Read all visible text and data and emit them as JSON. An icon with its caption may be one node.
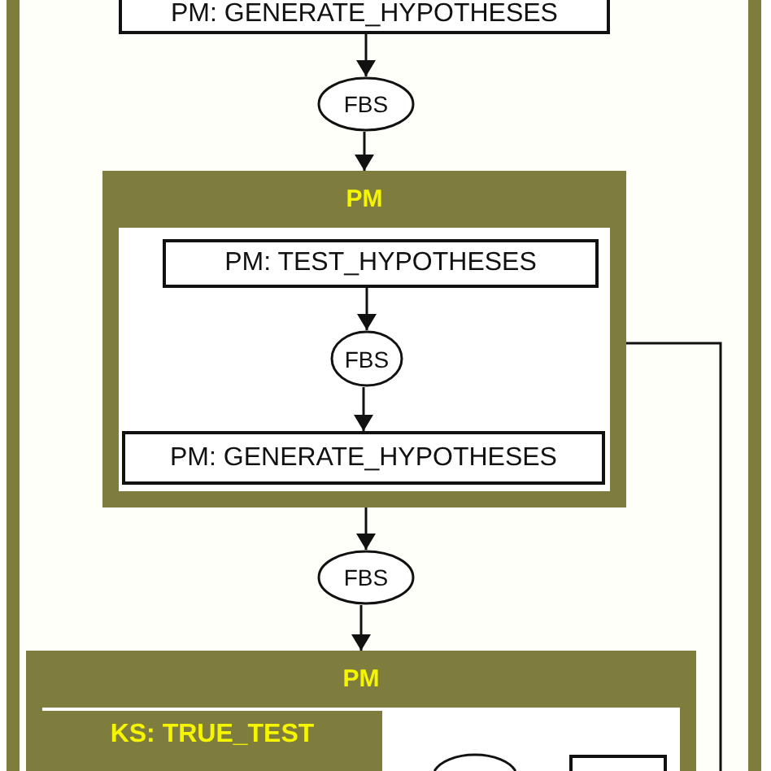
{
  "diagram": {
    "nodes": [
      {
        "text": [],
        "shape": "box"
      },
      {
        "text": [
          "PM: GENERATE_HYPOTHESES"
        ],
        "in": 0
      },
      {
        "text": [
          "FBS"
        ],
        "in": 0
      },
      {
        "text": [
          "PM"
        ],
        "in": 0
      },
      {
        "text": [
          "PM: TEST_HYPOTHESES"
        ],
        "in": 3
      },
      {
        "text": [
          "FBS"
        ],
        "in": 3
      },
      {
        "text": [
          "PM: GENERATE_HYPOTHESES"
        ],
        "in": 3
      },
      {
        "text": [
          "FBS"
        ],
        "in": 0
      },
      {
        "text": [
          "PM"
        ],
        "in": 0
      },
      {
        "text": [
          "KS: TRUE_TEST"
        ],
        "in": 8
      },
      {
        "text": [],
        "shape": "ellipse",
        "in": 8
      },
      {
        "text": [],
        "shape": "box",
        "in": 8
      }
    ],
    "edges": [
      {
        "from": 1,
        "to": 2,
        "arrow": "to"
      },
      {
        "from": 2,
        "to": 3,
        "arrow": "to"
      },
      {
        "from": 4,
        "to": 5,
        "arrow": "to"
      },
      {
        "from": 5,
        "to": 6,
        "arrow": "to"
      },
      {
        "from": 3,
        "to": 7,
        "arrow": "to"
      },
      {
        "from": 7,
        "to": 8,
        "arrow": "to"
      },
      {
        "from": 3,
        "to": null,
        "arrow": "none"
      }
    ]
  }
}
